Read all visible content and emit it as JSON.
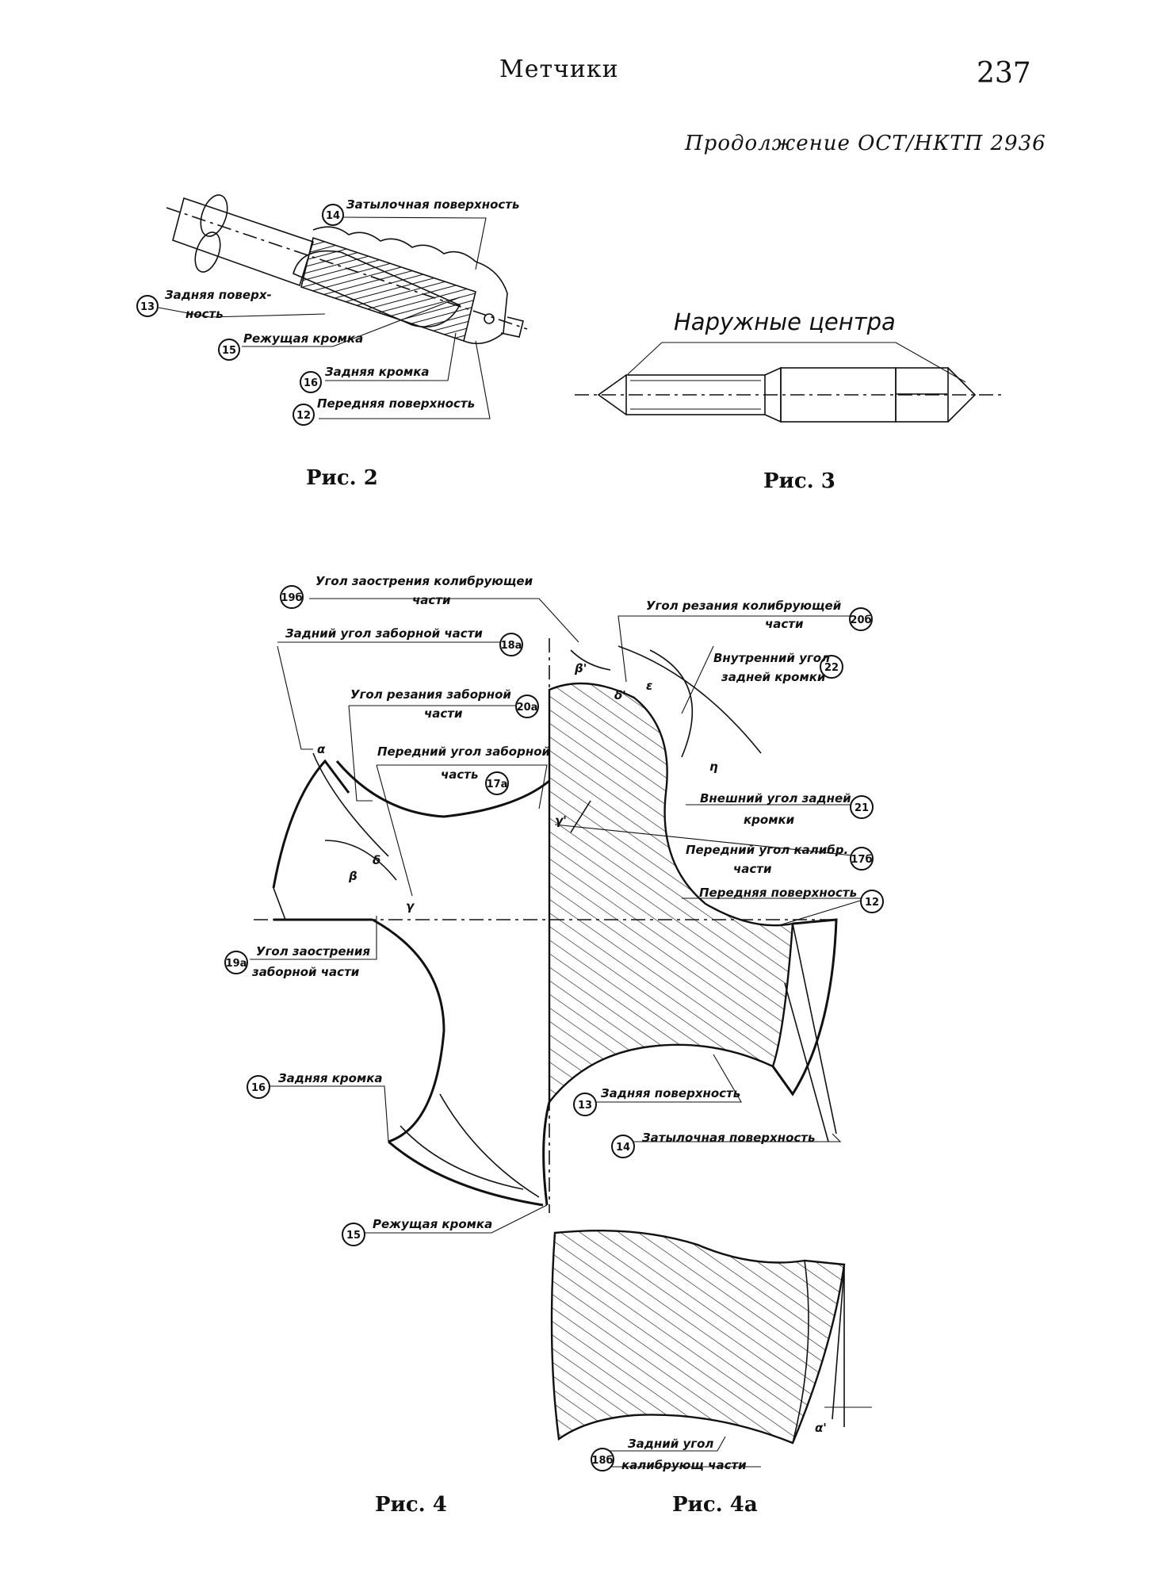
{
  "header": {
    "running_head": "Метчики",
    "page_number": "237",
    "continuation": "Продолжение ОСТ/НКТП 2936"
  },
  "fig2": {
    "caption": "Рис. 2",
    "labels": [
      {
        "num": "14",
        "text": "Затылочная поверхность"
      },
      {
        "num": "13",
        "text": "Задняя поверх-",
        "text2": "ность"
      },
      {
        "num": "15",
        "text": "Режущая кромка"
      },
      {
        "num": "16",
        "text": "Задняя кромка"
      },
      {
        "num": "12",
        "text": "Передняя поверхность"
      }
    ]
  },
  "fig3": {
    "caption": "Рис. 3",
    "label": "Наружные центра"
  },
  "fig4": {
    "caption": "Рис. 4",
    "labels": [
      {
        "num": "19б",
        "text": "Угол заострения колибрующеи",
        "text2": "части"
      },
      {
        "num": "18а",
        "text": "Задний угол заборной части"
      },
      {
        "num": "20а",
        "text": "Угол резания заборной",
        "text2": "части"
      },
      {
        "num": "17а",
        "text": "Передний угол заборной",
        "text2": "часть"
      },
      {
        "num": "19а",
        "text": "Угол заострения",
        "text2": "заборной части"
      },
      {
        "num": "16",
        "text": "Задняя кромка"
      },
      {
        "num": "15",
        "text": "Режущая кромка"
      },
      {
        "num": "20б",
        "text": "Угол резания колибрующей",
        "text2": "части"
      },
      {
        "num": "22",
        "text": "Внутренний угол",
        "text2": "задней кромки"
      },
      {
        "num": "21",
        "text": "Внешний угол задней",
        "text2": "кромки"
      },
      {
        "num": "17б",
        "text": "Передний угол калибр.",
        "text2": "части"
      },
      {
        "num": "12",
        "text": "Передняя поверхность"
      },
      {
        "num": "13",
        "text": "Задняя поверхность"
      },
      {
        "num": "14",
        "text": "Затылочная поверхность"
      }
    ],
    "greek": {
      "alpha": "α",
      "beta": "β",
      "delta": "δ",
      "gamma": "γ",
      "epsilon": "ε",
      "eta": "η",
      "beta_prime": "β'",
      "delta_prime": "δ'",
      "gamma_prime": "γ'"
    }
  },
  "fig4a": {
    "caption": "Рис. 4а",
    "label": {
      "num": "18б",
      "text": "Задний угол",
      "text2": "калибрующ части"
    },
    "alpha_prime": "α'"
  }
}
